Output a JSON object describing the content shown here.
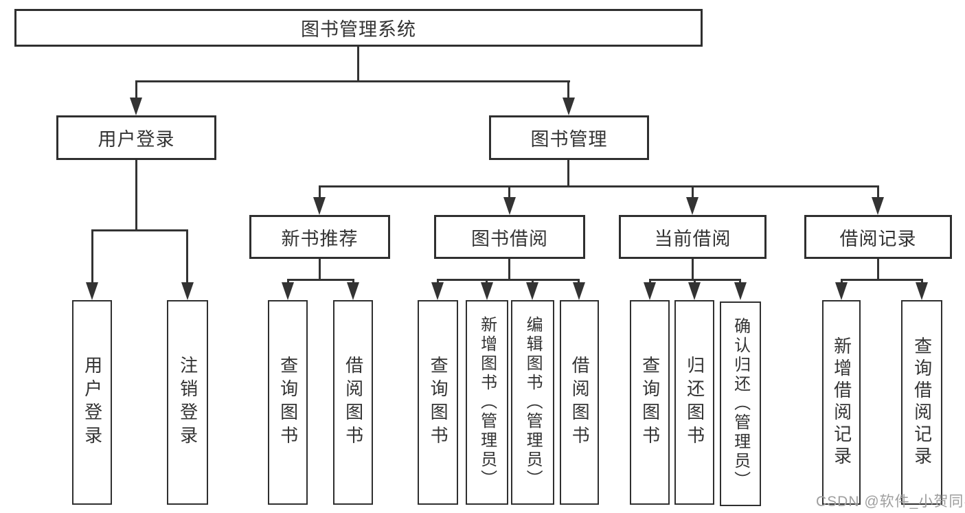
{
  "diagram": {
    "type": "hierarchy-tree",
    "root": {
      "label": "图书管理系统"
    },
    "branches": {
      "user_login": {
        "label": "用户登录",
        "children": {
          "login": "用户登录",
          "logout": "注销登录"
        }
      },
      "book_mgmt": {
        "label": "图书管理",
        "children": {
          "new_book": {
            "label": "新书推荐",
            "children": {
              "query": "查询图书",
              "borrow": "借阅图书"
            }
          },
          "book_borrow": {
            "label": "图书借阅",
            "children": {
              "query": "查询图书",
              "add": "新增图书（管理员）",
              "edit": "编辑图书（管理员）",
              "borrow": "借阅图书"
            }
          },
          "current_borrow": {
            "label": "当前借阅",
            "children": {
              "query": "查询图书",
              "return": "归还图书",
              "confirm": "确认归还（管理员）"
            }
          },
          "borrow_records": {
            "label": "借阅记录",
            "children": {
              "add": "新增借阅记录",
              "query": "查询借阅记录"
            }
          }
        }
      }
    },
    "watermark": "CSDN @软件_小贺同学",
    "colors": {
      "line": "#333333",
      "text": "#333333",
      "box_background": "#ffffff",
      "watermark": "#9e9e9e"
    }
  }
}
